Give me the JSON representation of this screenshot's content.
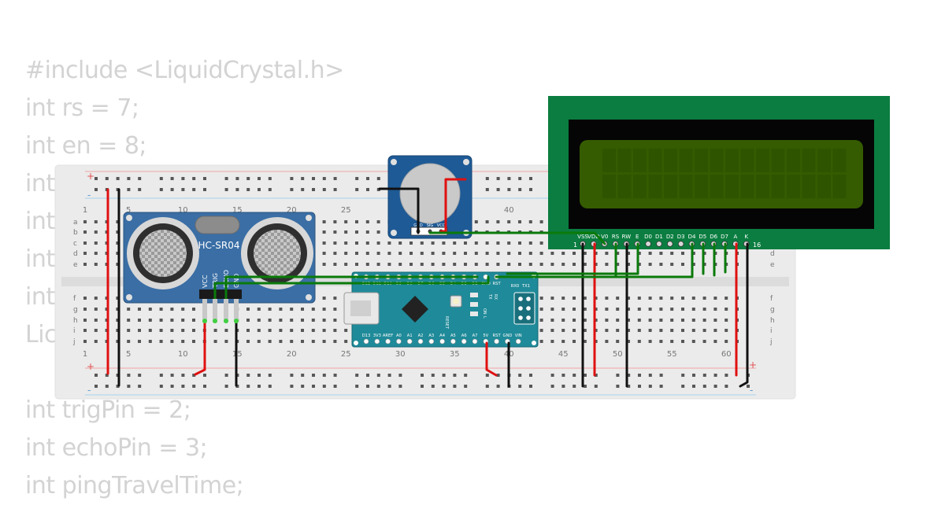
{
  "code_lines": [
    "#include <LiquidCrystal.h>",
    "int rs = 7;",
    "int en = 8;",
    "int",
    "int",
    "int",
    "int",
    "Lic",
    "",
    "int trigPin = 2;",
    "int echoPin = 3;",
    "int pingTravelTime;"
  ],
  "breadboard": {
    "rail_plus": "+",
    "rail_minus": "-",
    "row_letters_top": [
      "a",
      "b",
      "c",
      "d",
      "e"
    ],
    "row_letters_bottom": [
      "f",
      "g",
      "h",
      "i",
      "j"
    ],
    "column_numbers": [
      "1",
      "5",
      "10",
      "15",
      "20",
      "25",
      "30",
      "35",
      "40",
      "45",
      "50",
      "55",
      "60"
    ]
  },
  "sensor": {
    "label": "HC-SR04",
    "pins": [
      "VCC",
      "TRIG",
      "ECHO",
      "GND"
    ]
  },
  "potentiometer": {
    "pins": [
      "GND",
      "SIG",
      "VCC"
    ]
  },
  "lcd": {
    "pins": [
      "VSS",
      "VDD",
      "V0",
      "RS",
      "RW",
      "E",
      "D0",
      "D1",
      "D2",
      "D3",
      "D4",
      "D5",
      "D6",
      "D7",
      "A",
      "K"
    ],
    "pin_first": "1",
    "pin_last": "16"
  },
  "arduino": {
    "top_pins": [
      "D12",
      "D11",
      "D10",
      "D9",
      "D8",
      "D7",
      "D6",
      "D5",
      "D4",
      "D3",
      "D2",
      "GND",
      "RST",
      "RX0",
      "TX1"
    ],
    "bottom_pins": [
      "D13",
      "3V3",
      "AREF",
      "A0",
      "A1",
      "A2",
      "A3",
      "A4",
      "A5",
      "A6",
      "A7",
      "5V",
      "RST",
      "GND",
      "VIN"
    ],
    "side_labels": [
      "TX",
      "RX",
      "ON",
      "L"
    ],
    "reset_label": "RESET"
  },
  "colors": {
    "wire_red": "#e01010",
    "wire_black": "#111111",
    "wire_green": "#0a7a0a",
    "lcd_board": "#0b7d40",
    "lcd_screen": "#355c00",
    "arduino_board": "#1f8a99",
    "sensor_board": "#3a6ea5"
  }
}
